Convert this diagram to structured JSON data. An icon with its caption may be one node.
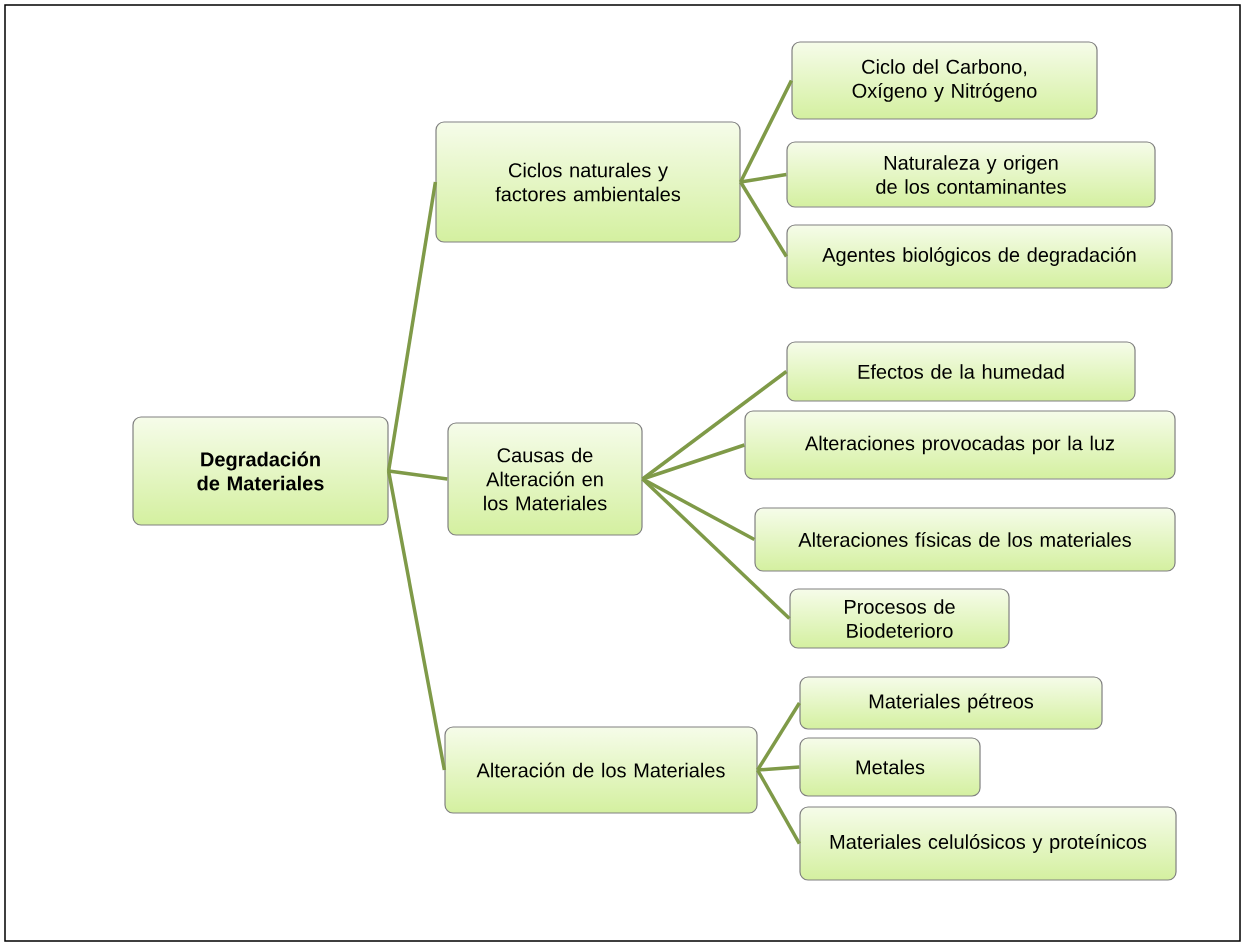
{
  "diagram": {
    "nodes": [
      {
        "text": [
          "Degradación de Materiales"
        ]
      },
      {
        "text": [
          "Ciclos naturales y factores ambientales"
        ]
      },
      {
        "text": [
          "Causas de Alteración en los Materiales"
        ]
      },
      {
        "text": [
          "Alteración de los Materiales"
        ]
      },
      {
        "text": [
          "Ciclo del Carbono, Oxígeno y Nitrógeno"
        ]
      },
      {
        "text": [
          "Naturaleza y origen de los contaminantes"
        ]
      },
      {
        "text": [
          "Agentes biológicos de degradación"
        ]
      },
      {
        "text": [
          "Efectos de la humedad"
        ]
      },
      {
        "text": [
          "Alteraciones provocadas por la luz"
        ]
      },
      {
        "text": [
          "Alteraciones físicas de los materiales"
        ]
      },
      {
        "text": [
          "Procesos de Biodeterioro"
        ]
      },
      {
        "text": [
          "Materiales pétreos"
        ]
      },
      {
        "text": [
          "Metales"
        ]
      },
      {
        "text": [
          "Materiales celulósicos y proteínicos"
        ]
      }
    ],
    "edges": [
      {
        "from": 0,
        "to": 1,
        "arrow": "none"
      },
      {
        "from": 0,
        "to": 2,
        "arrow": "none"
      },
      {
        "from": 0,
        "to": 3,
        "arrow": "none"
      },
      {
        "from": 1,
        "to": 4,
        "arrow": "none"
      },
      {
        "from": 1,
        "to": 5,
        "arrow": "none"
      },
      {
        "from": 1,
        "to": 6,
        "arrow": "none"
      },
      {
        "from": 2,
        "to": 7,
        "arrow": "none"
      },
      {
        "from": 2,
        "to": 8,
        "arrow": "none"
      },
      {
        "from": 2,
        "to": 9,
        "arrow": "none"
      },
      {
        "from": 2,
        "to": 10,
        "arrow": "none"
      },
      {
        "from": 3,
        "to": 11,
        "arrow": "none"
      },
      {
        "from": 3,
        "to": 12,
        "arrow": "none"
      },
      {
        "from": 3,
        "to": 13,
        "arrow": "none"
      }
    ]
  }
}
